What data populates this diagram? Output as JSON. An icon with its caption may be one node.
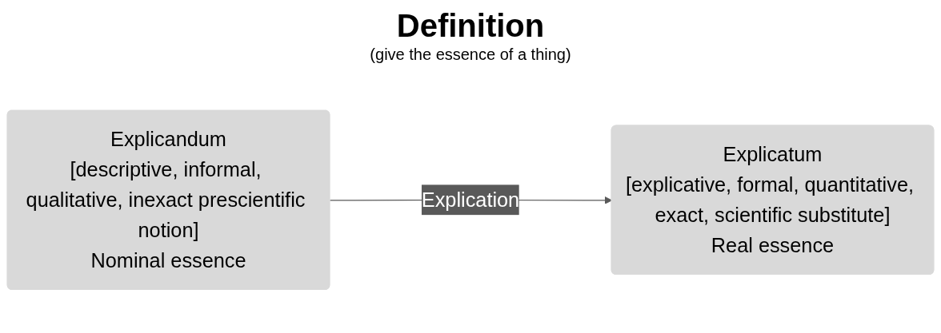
{
  "diagram": {
    "title": "Definition",
    "nodes": [
      {
        "text": [
          "Explicandum",
          "[descriptive, informal, qualitative, inexact prescientific notion]",
          "Nominal essence"
        ]
      },
      {
        "text": [
          "Explicatum",
          "[explicative, formal, quantitative, exact, scientific substitute]",
          "Real essence"
        ]
      }
    ],
    "edges": [
      {
        "from": 0,
        "to": 1,
        "arrow": "to",
        "label": "Explication",
        "color": "#595959"
      }
    ],
    "labels": [
      "(give the essence of a thing)"
    ]
  }
}
